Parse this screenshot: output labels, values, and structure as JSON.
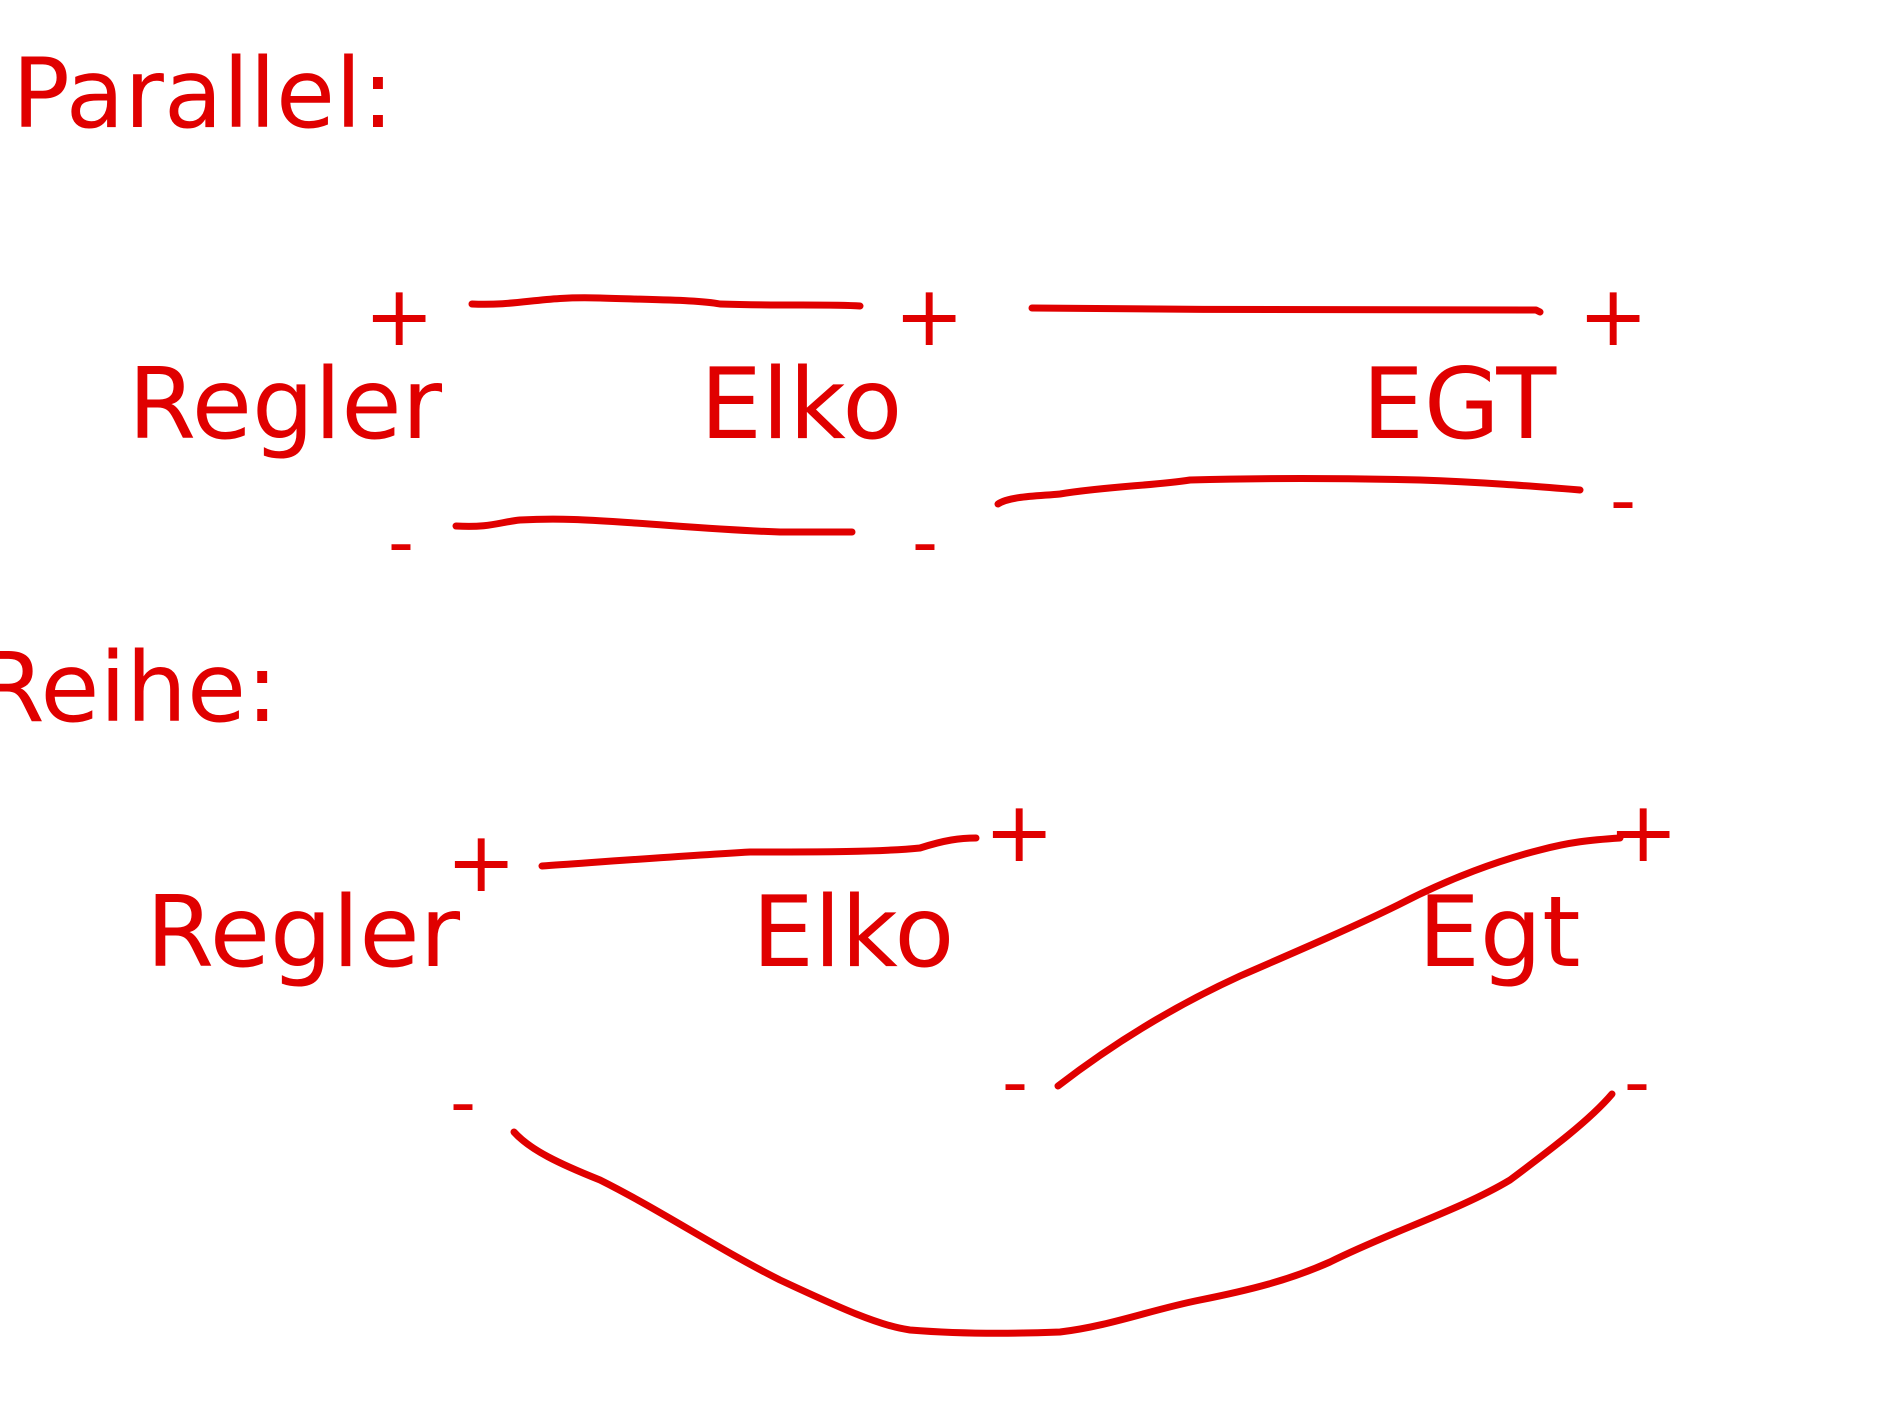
{
  "colors": {
    "ink": "#e00000"
  },
  "parallel": {
    "heading": "Parallel:",
    "components": {
      "regler": "Regler",
      "elko": "Elko",
      "egt": "EGT"
    },
    "signs": {
      "regler_plus": "+",
      "regler_minus": "-",
      "elko_plus": "+",
      "elko_minus": "-",
      "egt_plus": "+",
      "egt_minus": "-"
    }
  },
  "reihe": {
    "heading": "Reihe:",
    "components": {
      "regler": "Regler",
      "elko": "Elko",
      "egt": "Egt"
    },
    "signs": {
      "regler_plus": "+",
      "regler_minus": "-",
      "elko_plus": "+",
      "elko_minus": "-",
      "egt_plus": "+",
      "egt_minus": "-"
    }
  }
}
